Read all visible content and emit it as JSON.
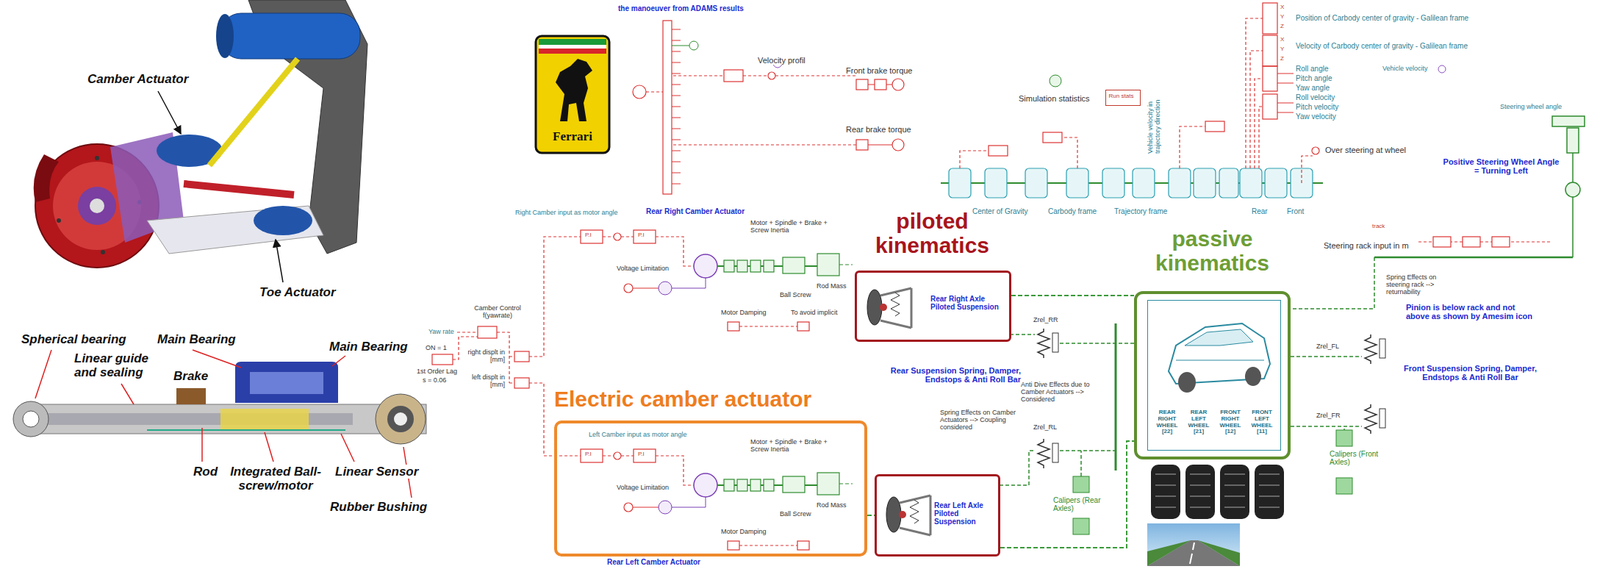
{
  "diagram": {
    "nodes": [
      {
        "text": [
          "Run stats"
        ]
      },
      {
        "text": [
          "piloted kinematics",
          "Rear Right Axle Piloted Suspension"
        ]
      },
      {
        "text": [
          "passive kinematics"
        ]
      },
      {
        "text": [
          "REAR RIGHT WHEEL [22]",
          "REAR LEFT WHEEL [21]",
          "FRONT RIGHT WHEEL [12]",
          "FRONT LEFT WHEEL [11]"
        ],
        "in": 2
      },
      {
        "text": [
          "Electric camber actuator",
          "Rear Left Camber Actuator"
        ]
      },
      {
        "text": [
          "Rear Left Axle Piloted Suspension"
        ]
      }
    ],
    "edges": [
      {
        "from": 1,
        "to": 2,
        "arrow": "none"
      },
      {
        "from": 5,
        "to": 2,
        "arrow": "none"
      },
      {
        "from": 4,
        "to": 5,
        "arrow": "none"
      }
    ],
    "labels": [
      "Camber Actuator",
      "Toe Actuator",
      "Spherical bearing",
      "Linear guide and sealing",
      "Main Bearing",
      "Brake",
      "Main Bearing",
      "Rod",
      "Integrated Ball-screw/motor",
      "Linear Sensor",
      "Rubber Bushing",
      "Ferrari",
      "the manoeuver from ADAMS results",
      "Velocity profil",
      "Front brake torque",
      "Rear brake torque",
      "Simulation statistics",
      "Vehicle velocity in trajectory direction",
      "X",
      "Y",
      "Z",
      "X",
      "Y",
      "Z",
      "Position of Carbody center of gravity - Galilean frame",
      "Velocity of Carbody center of gravity - Galilean frame",
      "Roll angle",
      "Pitch angle",
      "Yaw angle",
      "Roll velocity",
      "Pitch velocity",
      "Yaw velocity",
      "Vehicle velocity",
      "Over steering at wheel",
      "Steering wheel angle",
      "Positive Steering Wheel Angle = Turning Left",
      "Center of Gravity",
      "Carbody frame",
      "Trajectory frame",
      "Rear",
      "Front",
      "track",
      "Steering rack input in m",
      "Spring Effects on steering rack --> returnability",
      "Pinion is below rack and not above as shown by Amesim icon",
      "Front Suspension Spring, Damper, Endstops & Anti Roll Bar",
      "Zrel_FL",
      "Zrel_FR",
      "Calipers (Front Axles)",
      "Rear Suspension Spring, Damper, Endstops & Anti Roll Bar",
      "Zrel_RR",
      "Zrel_RL",
      "Anti Dive Effects due to Camber Actuators --> Considered",
      "Spring Effects on Camber Actuators --> Coupling considered",
      "Calipers (Rear Axles)",
      "Yaw rate",
      "Camber Control f(yawrate)",
      "ON = 1",
      "1st Order Lag",
      "s = 0.06",
      "right displt in [mm]",
      "left displt in [mm]",
      "Right Camber input as motor angle",
      "Rear Right Camber Actuator",
      "Motor + Spindle + Brake + Screw Inertia",
      "P.I",
      "P.I",
      "Voltage Limitation",
      "Ball Screw",
      "Rod Mass",
      "Motor Damping",
      "To avoid implicit",
      "Left Camber input as motor angle",
      "P.I",
      "P.I",
      "Motor + Spindle + Brake + Screw Inertia",
      "Voltage Limitation",
      "Ball Screw",
      "Rod Mass",
      "Motor Damping"
    ]
  }
}
